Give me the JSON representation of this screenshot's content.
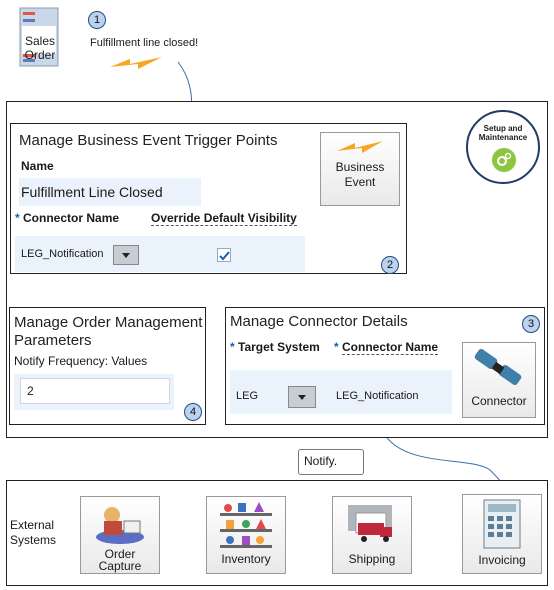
{
  "step1": {
    "number": "1",
    "message": "Fulfillment line closed!"
  },
  "sales_order": {
    "line1": "Sales",
    "line2": "Order"
  },
  "trigger_panel": {
    "title": "Manage Business Event Trigger Points",
    "name_label": "Name",
    "name_value": "Fulfillment Line Closed",
    "connector_label": "Connector Name",
    "visibility_label": "Override Default Visibility",
    "connector_value": "LEG_Notification",
    "step": "2",
    "event_tile": {
      "line1": "Business",
      "line2": "Event"
    }
  },
  "setup": {
    "line1": "Setup and",
    "line2": "Maintenance"
  },
  "order_panel": {
    "title_line1": "Manage Order Management",
    "title_line2": "Parameters",
    "subtitle": "Notify Frequency: Values",
    "value": "2",
    "step": "4"
  },
  "connector_panel": {
    "title": "Manage Connector Details",
    "target_label": "Target System",
    "connector_label": "Connector Name",
    "target_value": "LEG",
    "connector_value": "LEG_Notification",
    "step": "3",
    "tile_label": "Connector"
  },
  "notify": "Notify.",
  "external": {
    "label_line1": "External",
    "label_line2": "Systems",
    "systems": [
      "Order Capture",
      "Inventory",
      "Shipping",
      "Invoicing"
    ],
    "order_capture_line1": "Order",
    "order_capture_line2": "Capture"
  },
  "colors": {
    "accent_blue": "#1a5fb4",
    "lightning": "#f5a623",
    "arrow": "#3a6ea5",
    "gear_green": "#8cc63f"
  }
}
